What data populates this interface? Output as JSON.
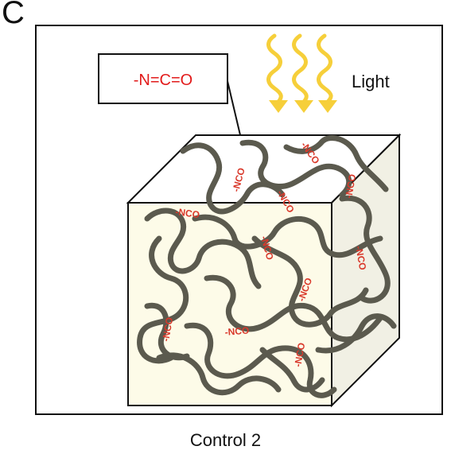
{
  "panel": {
    "letter": "C"
  },
  "callout": {
    "formula": "-N=C=O"
  },
  "light": {
    "label": "Light",
    "color": "#f6cf3a"
  },
  "cube": {
    "front_color": "#fdfbe8",
    "side_color": "#f1f0e4",
    "top_color": "#ffffff",
    "chain_color": "#5b5a4e"
  },
  "groups": {
    "label": "-NCO",
    "color": "#d9392b"
  },
  "caption": {
    "text": "Control 2"
  }
}
